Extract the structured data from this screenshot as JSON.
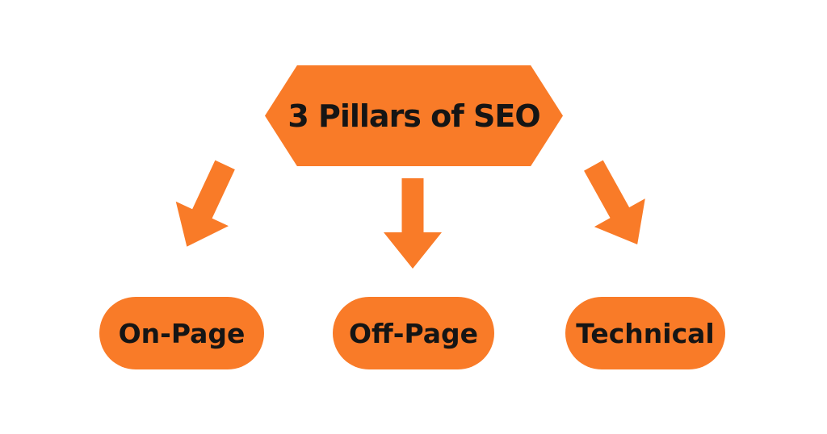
{
  "diagram": {
    "title": "3 Pillars of SEO",
    "pillars": [
      {
        "label": "On-Page"
      },
      {
        "label": "Off-Page"
      },
      {
        "label": "Technical"
      }
    ],
    "icons": [
      "arrow-down-left-icon",
      "arrow-down-icon",
      "arrow-down-right-icon"
    ]
  },
  "colors": {
    "accent_orange": "#F97B28",
    "text_black": "#151515",
    "background": "#FFFFFF"
  }
}
